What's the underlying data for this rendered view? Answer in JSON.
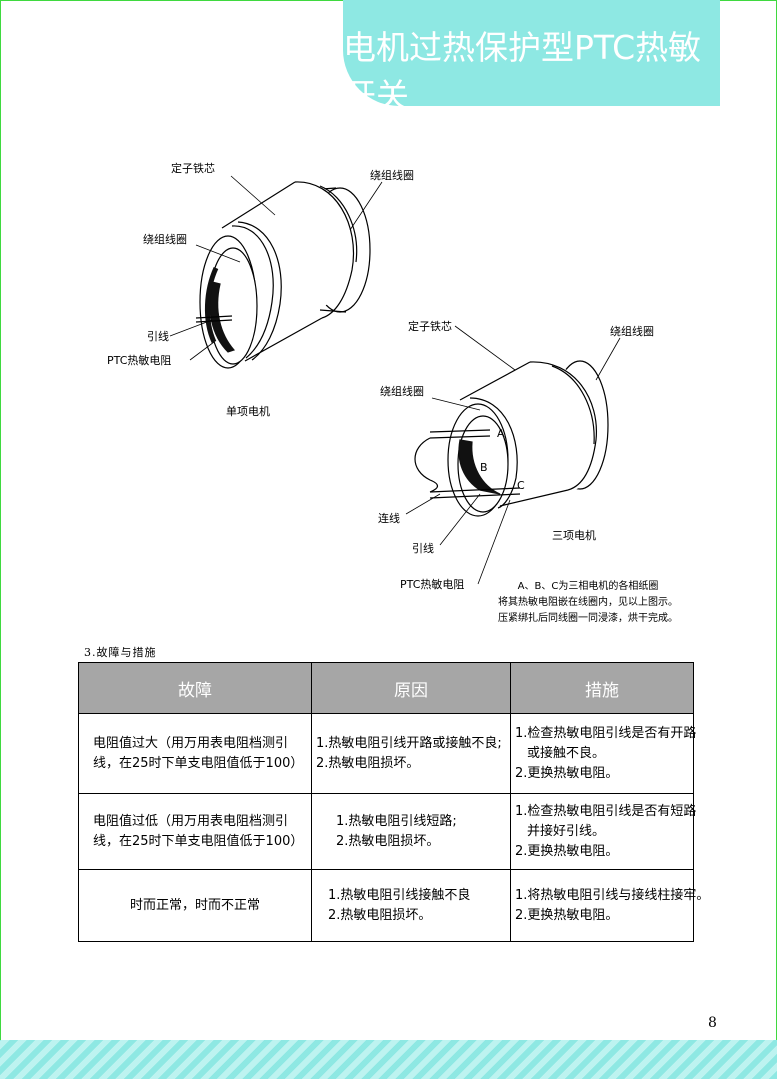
{
  "header": {
    "title": "电机过热保护型PTC热敏开关"
  },
  "diagram1": {
    "labels": {
      "stator_core": "定子铁芯",
      "winding_coil_outer": "绕组线圈",
      "winding_coil_inner": "绕组线圈",
      "lead_wire": "引线",
      "ptc_thermistor": "PTC热敏电阻"
    },
    "caption": "单项电机"
  },
  "diagram2": {
    "labels": {
      "stator_core": "定子铁芯",
      "winding_coil_outer": "绕组线圈",
      "winding_coil_inner": "绕组线圈",
      "point_a": "A",
      "point_b": "B",
      "point_c": "C",
      "connecting_wire": "连线",
      "lead_wire": "引线",
      "ptc_thermistor": "PTC热敏电阻"
    },
    "caption": "三项电机",
    "note": [
      "A、B、C为三相电机的各相纸圈",
      "将其热敏电阻嵌在线圈内，见以上图示。",
      "压紧绑扎后同线圈一同浸漆，烘干完成。"
    ]
  },
  "section": {
    "heading": "3.故障与措施"
  },
  "table": {
    "headers": [
      "故障",
      "原因",
      "措施"
    ],
    "rows": [
      {
        "fault": "电阻值过大（用万用表电阻档测引线，在25时下单支电阻值低于100）",
        "causes": [
          "1.热敏电阻引线开路或接触不良;",
          "2.热敏电阻损坏。"
        ],
        "remedies": [
          "1.检查热敏电阻引线是否有开路",
          "或接触不良。",
          "2.更换热敏电阻。"
        ]
      },
      {
        "fault": "电阻值过低（用万用表电阻档测引线，在25时下单支电阻值低于100）",
        "causes": [
          "1.热敏电阻引线短路;",
          "2.热敏电阻损坏。"
        ],
        "remedies": [
          "1.检查热敏电阻引线是否有短路",
          "并接好引线。",
          "2.更换热敏电阻。"
        ]
      },
      {
        "fault": "时而正常，时而不正常",
        "causes": [
          "1.热敏电阻引线接触不良",
          "2.热敏电阻损坏。"
        ],
        "remedies": [
          "1.将热敏电阻引线与接线柱接牢。",
          "2.更换热敏电阻。"
        ]
      }
    ]
  },
  "footer": {
    "page_number": "8"
  },
  "colors": {
    "banner": "#8ee8e3",
    "table_header": "#a6a6a6",
    "page_border": "#3fd93f"
  }
}
